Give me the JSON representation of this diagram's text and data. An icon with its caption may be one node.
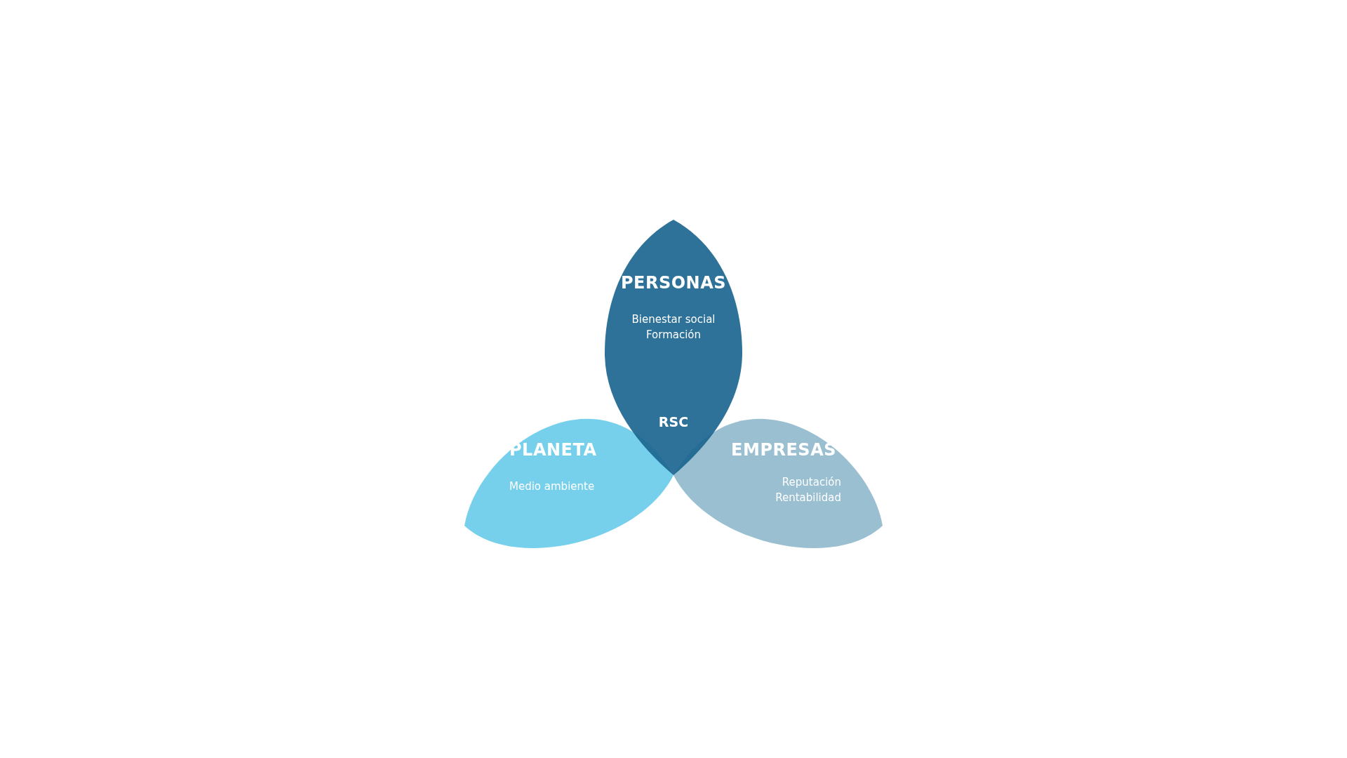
{
  "diagram": {
    "nodes": [
      {
        "text": [
          "PERSONAS",
          "Bienestar social",
          "Formación"
        ]
      },
      {
        "text": [
          "PLANETA",
          "Medio ambiente"
        ]
      },
      {
        "text": [
          "EMPRESAS",
          "Reputación",
          "Rentabilidad"
        ]
      }
    ],
    "edges": [],
    "labels": [
      "RSC"
    ]
  }
}
